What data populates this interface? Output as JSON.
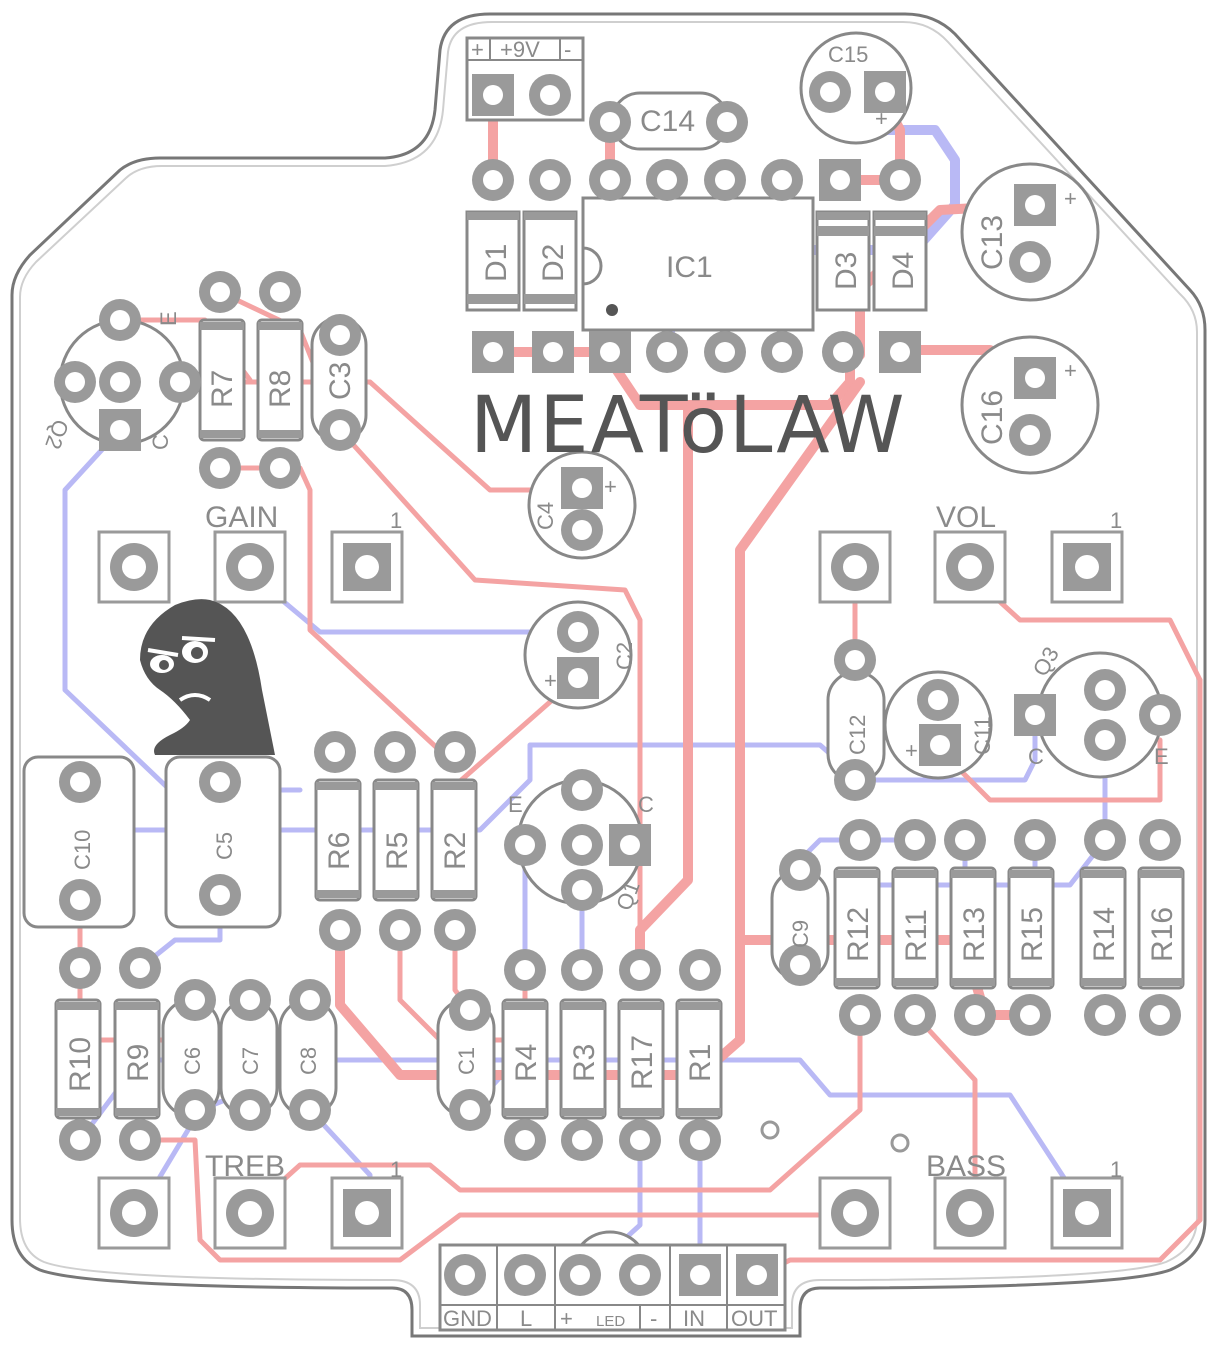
{
  "board": {
    "title": "MEATöLAW",
    "power_header": {
      "plus": "+",
      "label": "+9V",
      "minus": "-"
    },
    "pot_labels": {
      "gain": "GAIN",
      "vol": "VOL",
      "treb": "TREB",
      "bass": "BASS",
      "pin1": "1"
    },
    "io_header": {
      "gnd": "GND",
      "l": "L",
      "plus": "+",
      "led": "LED",
      "minus": "-",
      "in": "IN",
      "out": "OUT"
    },
    "polarity_plus": "+",
    "transistor_pins": {
      "e": "E",
      "c": "C"
    },
    "components": {
      "d1": "D1",
      "d2": "D2",
      "d3": "D3",
      "d4": "D4",
      "ic1": "IC1",
      "c1": "C1",
      "c2": "C2",
      "c3": "C3",
      "c4": "C4",
      "c5": "C5",
      "c6": "C6",
      "c7": "C7",
      "c8": "C8",
      "c9": "C9",
      "c10": "C10",
      "c11": "C11",
      "c12": "C12",
      "c13": "C13",
      "c14": "C14",
      "c15": "C15",
      "c16": "C16",
      "r1": "R1",
      "r2": "R2",
      "r3": "R3",
      "r4": "R4",
      "r5": "R5",
      "r6": "R6",
      "r7": "R7",
      "r8": "R8",
      "r9": "R9",
      "r10": "R10",
      "r11": "R11",
      "r12": "R12",
      "r13": "R13",
      "r14": "R14",
      "r15": "R15",
      "r16": "R16",
      "r17": "R17",
      "q1": "Q1",
      "q2": "Q2",
      "q3": "Q3"
    },
    "colors": {
      "top_trace": "#f4a3a3",
      "bottom_trace": "#b9b9f5",
      "pad": "#9a9a9a",
      "silkscreen": "#8a8a8a",
      "outline": "#777777"
    }
  }
}
